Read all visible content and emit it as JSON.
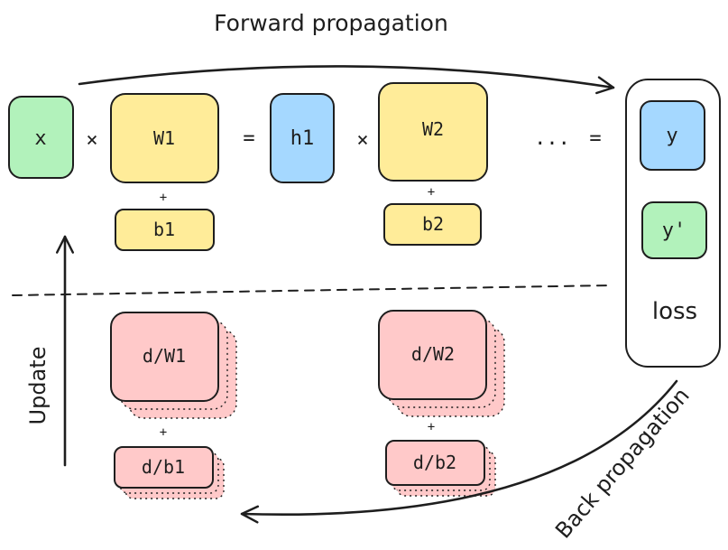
{
  "title_forward": "Forward propagation",
  "title_back": "Back propagation",
  "update_label": "Update",
  "nodes": {
    "x": "x",
    "w1": "W1",
    "b1": "b1",
    "h1": "h1",
    "w2": "W2",
    "b2": "b2",
    "y": "y",
    "y_prime": "y'",
    "loss": "loss",
    "dw1": "d/W1",
    "db1": "d/b1",
    "dw2": "d/W2",
    "db2": "d/b2"
  },
  "operators": {
    "times_1": "×",
    "equals_1": "=",
    "times_2": "×",
    "ellipsis": "...",
    "equals_2": "=",
    "plus_b1": "+",
    "plus_b2": "+",
    "plus_db1": "+",
    "plus_db2": "+"
  },
  "colors": {
    "green": "#b2f2bb",
    "yellow": "#ffec99",
    "blue": "#a5d8ff",
    "red": "#ffc9c9",
    "stroke": "#1e1e1e"
  }
}
